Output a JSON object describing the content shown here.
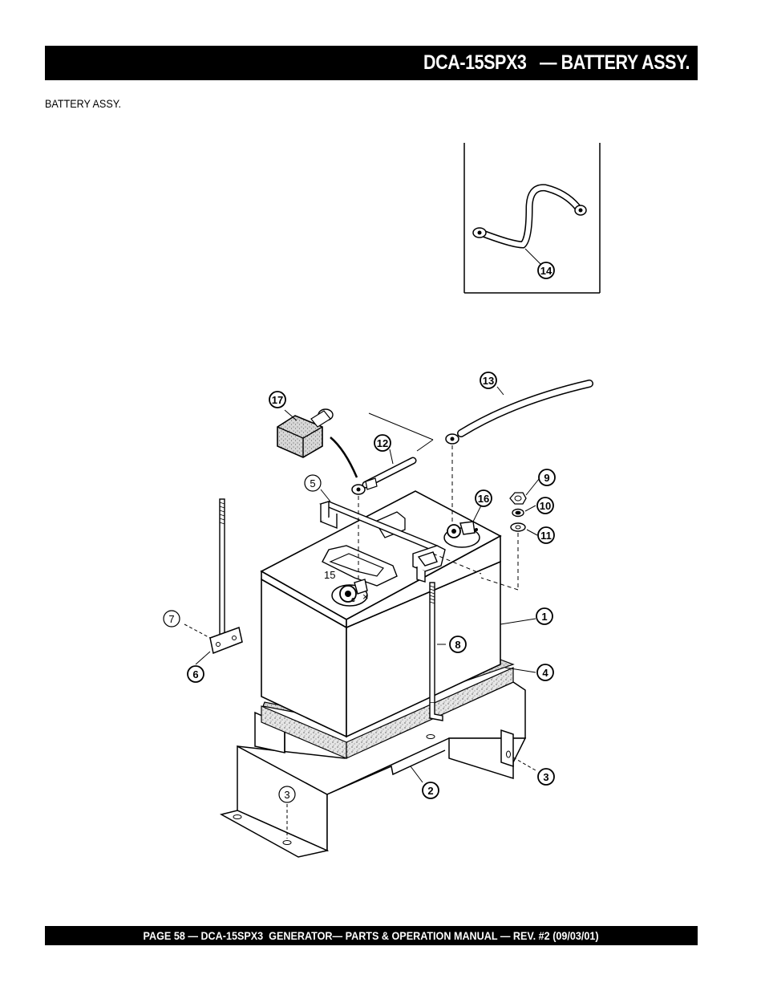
{
  "header": {
    "title": "DCA-15SPX3   — BATTERY ASSY."
  },
  "section": {
    "label": "BATTERY ASSY."
  },
  "figure": {
    "inset_callout": "14",
    "callouts": {
      "c17": "17",
      "c13": "13",
      "c12": "12",
      "c5": "5",
      "c16": "16",
      "c9": "9",
      "c10": "10",
      "c11": "11",
      "c15": "15",
      "c1": "1",
      "c7": "7",
      "c8": "8",
      "c4": "4",
      "c6": "6",
      "c3a": "3",
      "c2": "2",
      "c3b": "3"
    }
  },
  "footer": {
    "text": "PAGE 58 — DCA-15SPX3  GENERATOR— PARTS & OPERATION MANUAL — REV. #2 (09/03/01)"
  }
}
